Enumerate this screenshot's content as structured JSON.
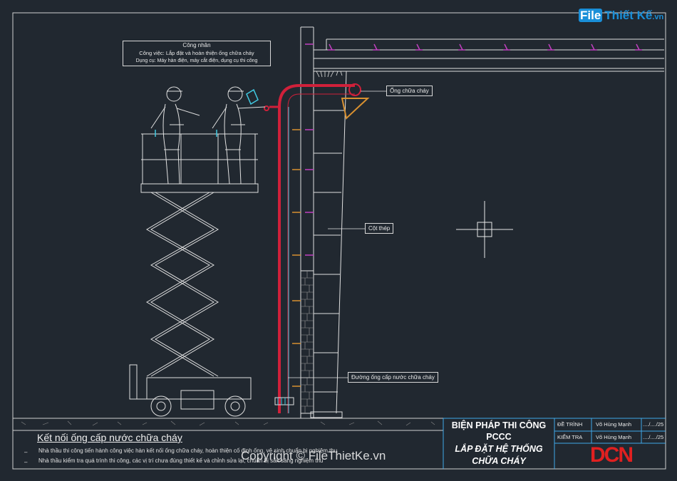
{
  "watermark_logo": {
    "file": "File",
    "rest": "Thiết Kế",
    "domain": ".vn"
  },
  "worker_note": {
    "title": "Công nhân",
    "task": "Công việc: Lắp đặt và hoàn thiện ống chữa cháy",
    "tools": "Dụng cụ: Máy hàn điện, máy cắt điện, dụng cụ thi công"
  },
  "callouts": {
    "fire_pipe": "Ống chữa cháy",
    "steel_column": "Cột thép",
    "water_pipe": "Đường ống cấp nước chữa cháy"
  },
  "section_title": "Kết nối ống cấp nước chữa cháy",
  "notes": [
    "Nhà thầu thi công tiến hành công việc hàn kết nối ống chữa cháy, hoàn thiện cố định ống, vệ sinh chuẩn bị nghiệm thu",
    "Nhà thầu kiểm tra quá trình thi công, các vị trí chưa đúng thiết kế và chỉnh sửa lại, chuẩn bị sẵn sàng nghiệm thu"
  ],
  "title_block": {
    "line1": "BIỆN PHÁP THI CÔNG",
    "line2": "PCCC",
    "line3": "LẮP ĐẶT HỆ THỐNG",
    "line4": "CHỮA CHÁY",
    "rows": [
      {
        "role": "ĐỀ TRÌNH",
        "name": "Võ Hùng Mạnh",
        "date": "..../..../25"
      },
      {
        "role": "KIỂM TRA",
        "name": "Võ Hùng Mạnh",
        "date": "..../..../25"
      }
    ],
    "company_logo": "DCN"
  },
  "copyright": "Copyright © FileThietKe.vn",
  "colors": {
    "background": "#212830",
    "line": "#e0e0e0",
    "pipe_red": "#d0203a",
    "magenta": "#c040c0",
    "cyan": "#40c8e0",
    "orange": "#d89030",
    "logo_red": "#e02020",
    "logo_blue": "#1a8fd8"
  }
}
